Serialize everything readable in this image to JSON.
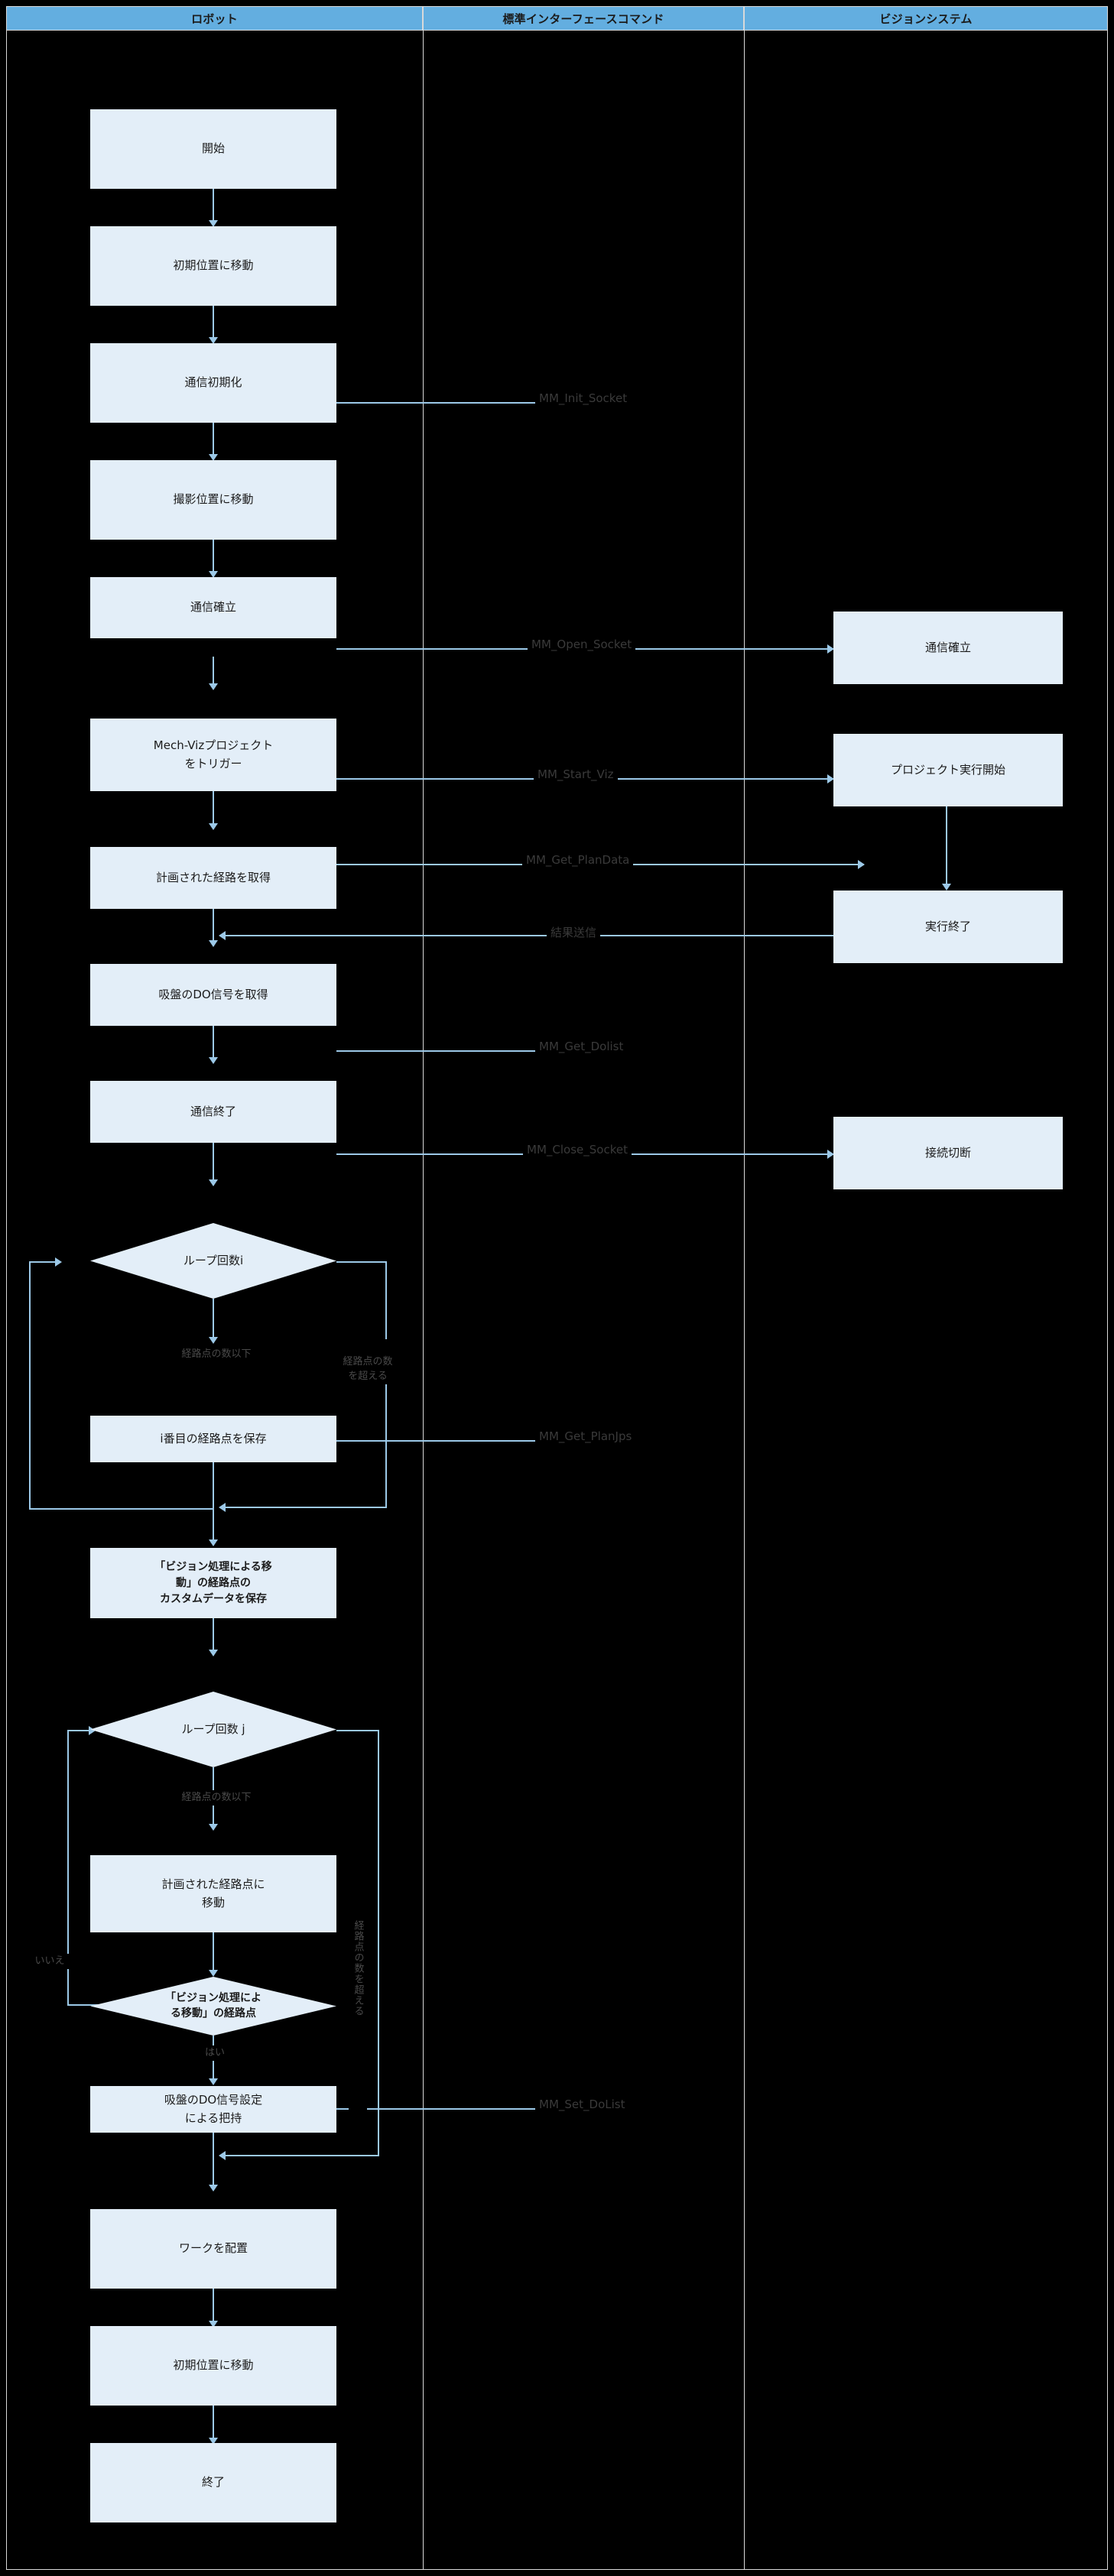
{
  "lanes": [
    {
      "id": "robot",
      "title": "ロボット"
    },
    {
      "id": "command",
      "title": "標準インターフェースコマンド"
    },
    {
      "id": "vision",
      "title": "ビジョンシステム"
    }
  ],
  "colors": {
    "lane_header": "#63aee0",
    "node_fill": "#e3eef8",
    "connector": "#9cc9e8",
    "background": "#000000",
    "text": "#1b1b1b",
    "label_text": "#3a3a3a"
  },
  "robot_nodes": [
    {
      "id": "start",
      "label": "開始"
    },
    {
      "id": "move-home-1",
      "label": "初期位置に移動"
    },
    {
      "id": "init-comm",
      "label": "通信初期化"
    },
    {
      "id": "move-capture",
      "label": "撮影位置に移動"
    },
    {
      "id": "open-comm",
      "label": "通信確立"
    },
    {
      "id": "trigger-viz",
      "label": "Mech-Vizプロジェクト\nをトリガー"
    },
    {
      "id": "get-plan",
      "label": "計画された経路を取得"
    },
    {
      "id": "get-do",
      "label": "吸盤のDO信号を取得"
    },
    {
      "id": "close-comm",
      "label": "通信終了"
    },
    {
      "id": "loop-i",
      "label": "ループ回数i",
      "shape": "diamond"
    },
    {
      "id": "save-waypoint-i",
      "label": "i番目の経路点を保存"
    },
    {
      "id": "save-custom-data",
      "label": "「ビジョン処理による移\n動」の経路点の\nカスタムデータを保存",
      "bold": true
    },
    {
      "id": "loop-j",
      "label": "ループ回数 j",
      "shape": "diamond"
    },
    {
      "id": "move-waypoint",
      "label": "計画された経路点に\n移動"
    },
    {
      "id": "check-vision-move",
      "label": "「ビジョン処理によ\nる移動」の経路点",
      "shape": "diamond",
      "bold": true
    },
    {
      "id": "grip-do",
      "label": "吸盤のDO信号設定\nによる把持"
    },
    {
      "id": "place-work",
      "label": "ワークを配置"
    },
    {
      "id": "move-home-2",
      "label": "初期位置に移動"
    },
    {
      "id": "end",
      "label": "終了"
    }
  ],
  "vision_nodes": [
    {
      "id": "vision-open-comm",
      "label": "通信確立"
    },
    {
      "id": "vision-project-start",
      "label": "プロジェクト実行開始"
    },
    {
      "id": "vision-exec-end",
      "label": "実行終了"
    },
    {
      "id": "vision-disconnect",
      "label": "接続切断"
    }
  ],
  "commands": [
    {
      "id": "mm-init-socket",
      "label": "MM_Init_Socket"
    },
    {
      "id": "mm-open-socket",
      "label": "MM_Open_Socket"
    },
    {
      "id": "mm-start-viz",
      "label": "MM_Start_Viz"
    },
    {
      "id": "mm-get-plandata",
      "label": "MM_Get_PlanData"
    },
    {
      "id": "result-send",
      "label": "結果送信"
    },
    {
      "id": "mm-get-dolist",
      "label": "MM_Get_Dolist"
    },
    {
      "id": "mm-close-socket",
      "label": "MM_Close_Socket"
    },
    {
      "id": "mm-get-planjps",
      "label": "MM_Get_PlanJps"
    },
    {
      "id": "mm-set-dolist",
      "label": "MM_Set_DoList"
    }
  ],
  "edge_labels": [
    {
      "id": "loop-i-true",
      "label": "経路点の数以下"
    },
    {
      "id": "loop-i-false",
      "label": "経路点の数\nを超える"
    },
    {
      "id": "loop-j-true",
      "label": "経路点の数以下"
    },
    {
      "id": "loop-j-false",
      "label": "経路点の数を超える"
    },
    {
      "id": "vision-move-no",
      "label": "いいえ"
    },
    {
      "id": "vision-move-yes",
      "label": "はい"
    }
  ]
}
